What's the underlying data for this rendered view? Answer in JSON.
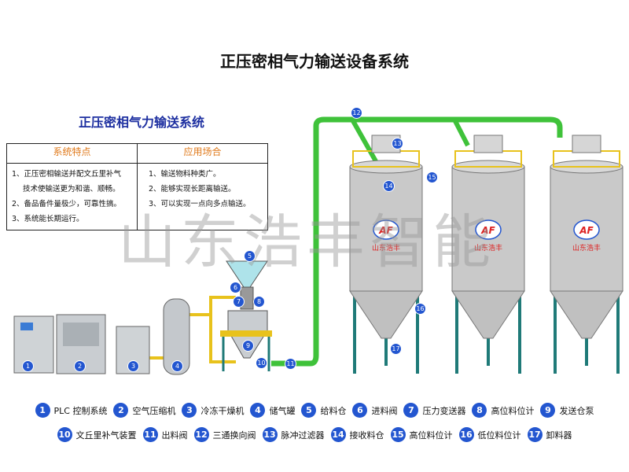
{
  "title": "正压密相气力输送设备系统",
  "subtitle": "正压密相气力输送系统",
  "features": {
    "header_left": "系统特点",
    "header_right": "应用场合",
    "left_items": [
      "1、正压密相输送并配文丘里补气",
      "技术使输送更为和谐、顺畅。",
      "2、备品备件量极少，可靠性搞。",
      "3、系统能长期运行。"
    ],
    "right_items": [
      "1、输送物料种类广。",
      "2、能够实现长距离输送。",
      "3、可以实现一点向多点输送。"
    ]
  },
  "watermark": "山东浩丰智能",
  "silo_logo": "AF",
  "silo_brand": "山东浩丰",
  "colors": {
    "accent": "#2356d0",
    "pipe": "#3fc23a",
    "silo": "#c9c9c9",
    "rail": "#e8c21c",
    "legs": "#1f7a78"
  },
  "legend": [
    {
      "n": "1",
      "label": "PLC 控制系统"
    },
    {
      "n": "2",
      "label": "空气压缩机"
    },
    {
      "n": "3",
      "label": "冷冻干燥机"
    },
    {
      "n": "4",
      "label": "储气罐"
    },
    {
      "n": "5",
      "label": "给料仓"
    },
    {
      "n": "6",
      "label": "进料阀"
    },
    {
      "n": "7",
      "label": "压力变送器"
    },
    {
      "n": "8",
      "label": "高位料位计"
    },
    {
      "n": "9",
      "label": "发送仓泵"
    },
    {
      "n": "10",
      "label": "文丘里补气装置"
    },
    {
      "n": "11",
      "label": "出料阀"
    },
    {
      "n": "12",
      "label": "三通换向阀"
    },
    {
      "n": "13",
      "label": "脉冲过滤器"
    },
    {
      "n": "14",
      "label": "接收料仓"
    },
    {
      "n": "15",
      "label": "高位料位计"
    },
    {
      "n": "16",
      "label": "低位料位计"
    },
    {
      "n": "17",
      "label": "卸料器"
    }
  ]
}
